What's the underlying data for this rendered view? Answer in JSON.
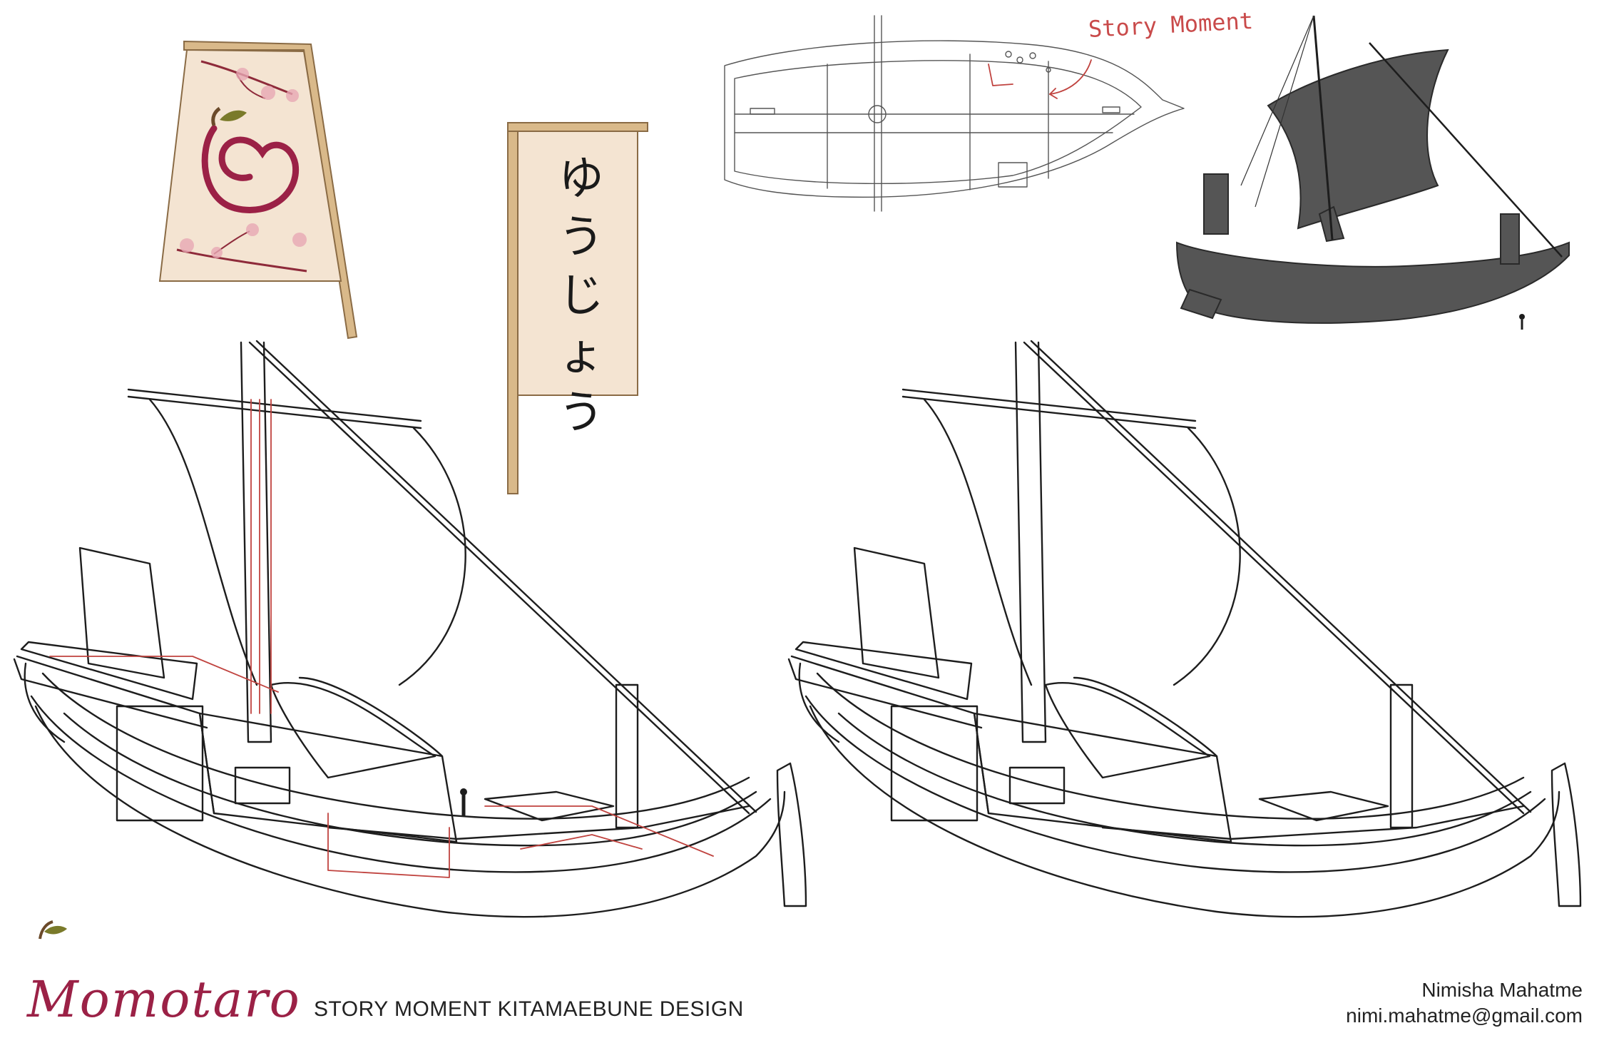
{
  "brand": {
    "logo_text": "Momotaro"
  },
  "project": {
    "title": "STORY MOMENT KITAMAEBUNE DESIGN"
  },
  "author": {
    "name": "Nimisha Mahatme",
    "email": "nimi.mahatme@gmail.com"
  },
  "annotations": {
    "story_moment": "Story Moment"
  },
  "banner": {
    "kana": [
      "ゆ",
      "う",
      "じ",
      "ょ",
      "う"
    ]
  },
  "colors": {
    "brand_crimson": "#9b2146",
    "annotation_red": "#c94a4a",
    "banner_cloth": "#f4e4d2",
    "banner_pole": "#d9b98a",
    "silhouette_gray": "#555555"
  },
  "icons": [
    "peach-logo-icon",
    "cherry-blossom-icon",
    "figure-icon"
  ]
}
